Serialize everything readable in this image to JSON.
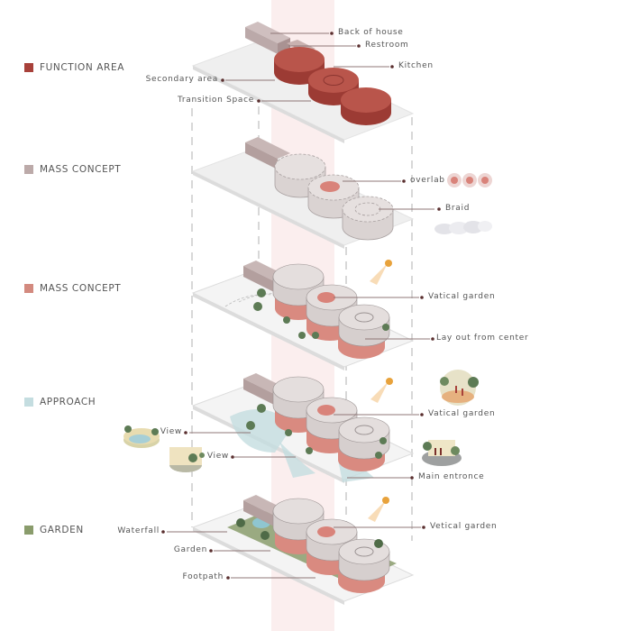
{
  "colors": {
    "function": "#a8413a",
    "mass_concept_1": "#bcaaa9",
    "mass_concept_2": "#d38a7f",
    "approach": "#c4dde0",
    "garden": "#8a9c6c",
    "center_band": "#fbeeee",
    "leader_line": "#8f7777",
    "dot": "#5a2f2f",
    "sun": "#e8a23b"
  },
  "legend": [
    {
      "label": "FUNCTION AREA",
      "swatch_key": "function"
    },
    {
      "label": "MASS CONCEPT",
      "swatch_key": "mass_concept_1"
    },
    {
      "label": "MASS CONCEPT",
      "swatch_key": "mass_concept_2"
    },
    {
      "label": "APPROACH",
      "swatch_key": "approach"
    },
    {
      "label": "GARDEN",
      "swatch_key": "garden"
    }
  ],
  "layers": {
    "function": {
      "right_labels": [
        "Back of house",
        "Restroom",
        "Kitchen"
      ],
      "left_labels": [
        "Secondary area",
        "Transition Space"
      ]
    },
    "mass1": {
      "right_labels": [
        "overlab",
        "Braid"
      ]
    },
    "mass2": {
      "right_labels": [
        "Vatical garden",
        "Lay out from center"
      ]
    },
    "approach": {
      "right_labels": [
        "Vatical garden",
        "Main entronce"
      ],
      "left_labels": [
        "View",
        "View"
      ]
    },
    "garden": {
      "right_labels": [
        "Vetical garden"
      ],
      "left_labels": [
        "Waterfall",
        "Garden",
        "Footpath"
      ]
    }
  }
}
